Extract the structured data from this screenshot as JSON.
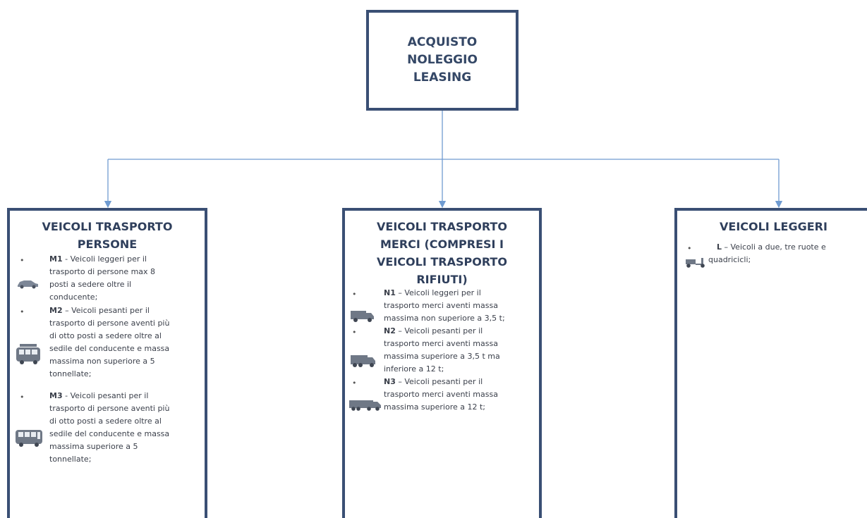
{
  "root": {
    "lines": [
      "ACQUISTO",
      "NOLEGGIO",
      "LEASING"
    ]
  },
  "columns": [
    {
      "title_lines": [
        "VEICOLI TRASPORTO",
        "PERSONE"
      ],
      "items": [
        {
          "code": "M1",
          "lines": [
            "- Veicoli leggeri per il",
            "trasporto di persone max 8",
            "posti a sedere oltre il",
            "conducente;"
          ]
        },
        {
          "code": "M2",
          "lines": [
            "– Veicoli pesanti per il",
            "trasporto di persone aventi più",
            "di otto posti a sedere oltre al",
            "sedile del conducente e massa",
            "massima non superiore a 5",
            "tonnellate;"
          ]
        },
        {
          "code": "M3",
          "lines": [
            "- Veicoli pesanti per il",
            "trasporto di persone aventi più",
            "di otto posti a sedere oltre al",
            "sedile del conducente e massa",
            "massima superiore a 5",
            "tonnellate;"
          ]
        }
      ]
    },
    {
      "title_lines": [
        "VEICOLI TRASPORTO",
        "MERCI (COMPRESI I",
        "VEICOLI TRASPORTO",
        "RIFIUTI)"
      ],
      "items": [
        {
          "code": "N1",
          "lines": [
            "– Veicoli leggeri per il",
            "trasporto merci aventi massa",
            "massima non superiore a 3,5 t;"
          ]
        },
        {
          "code": "N2",
          "lines": [
            "– Veicoli pesanti per il",
            "trasporto merci aventi massa",
            "massima superiore a 3,5 t ma",
            "inferiore a 12 t;"
          ]
        },
        {
          "code": "N3",
          "lines": [
            "– Veicoli pesanti per il",
            "trasporto merci aventi massa",
            "massima superiore a 12 t;"
          ]
        }
      ]
    },
    {
      "title_lines": [
        "VEICOLI LEGGERI"
      ],
      "items": [
        {
          "code": "L",
          "lines": [
            "– Veicoli a due, tre ruote e",
            "quadricicli;"
          ]
        }
      ]
    }
  ],
  "bullet": "•",
  "colors": {
    "border": "#3a4f74",
    "connector": "#6f9bd1",
    "title": "#2f3f5c"
  },
  "icons": [
    "car-icon",
    "minibus-icon",
    "bus-icon",
    "van-icon",
    "truck-icon",
    "large-truck-icon",
    "scooter-icon"
  ]
}
